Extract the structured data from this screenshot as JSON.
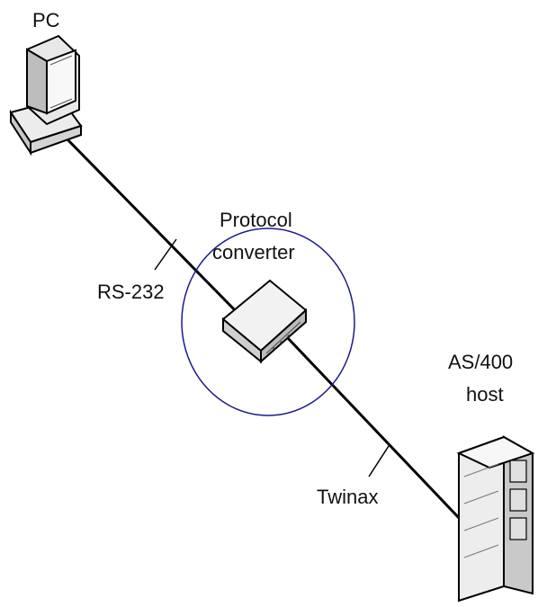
{
  "diagram": {
    "labels": {
      "pc": "PC",
      "converter_line1": "Protocol",
      "converter_line2": "converter",
      "rs232": "RS-232",
      "host_line1": "AS/400",
      "host_line2": "host",
      "twinax": "Twinax"
    },
    "colors": {
      "highlight_circle": "#1a1a8c",
      "line": "#000000",
      "device_fill": "#f2f2f2"
    },
    "icons": {
      "pc": "desktop-computer-icon",
      "converter": "protocol-converter-box-icon",
      "host": "tower-server-icon"
    }
  }
}
